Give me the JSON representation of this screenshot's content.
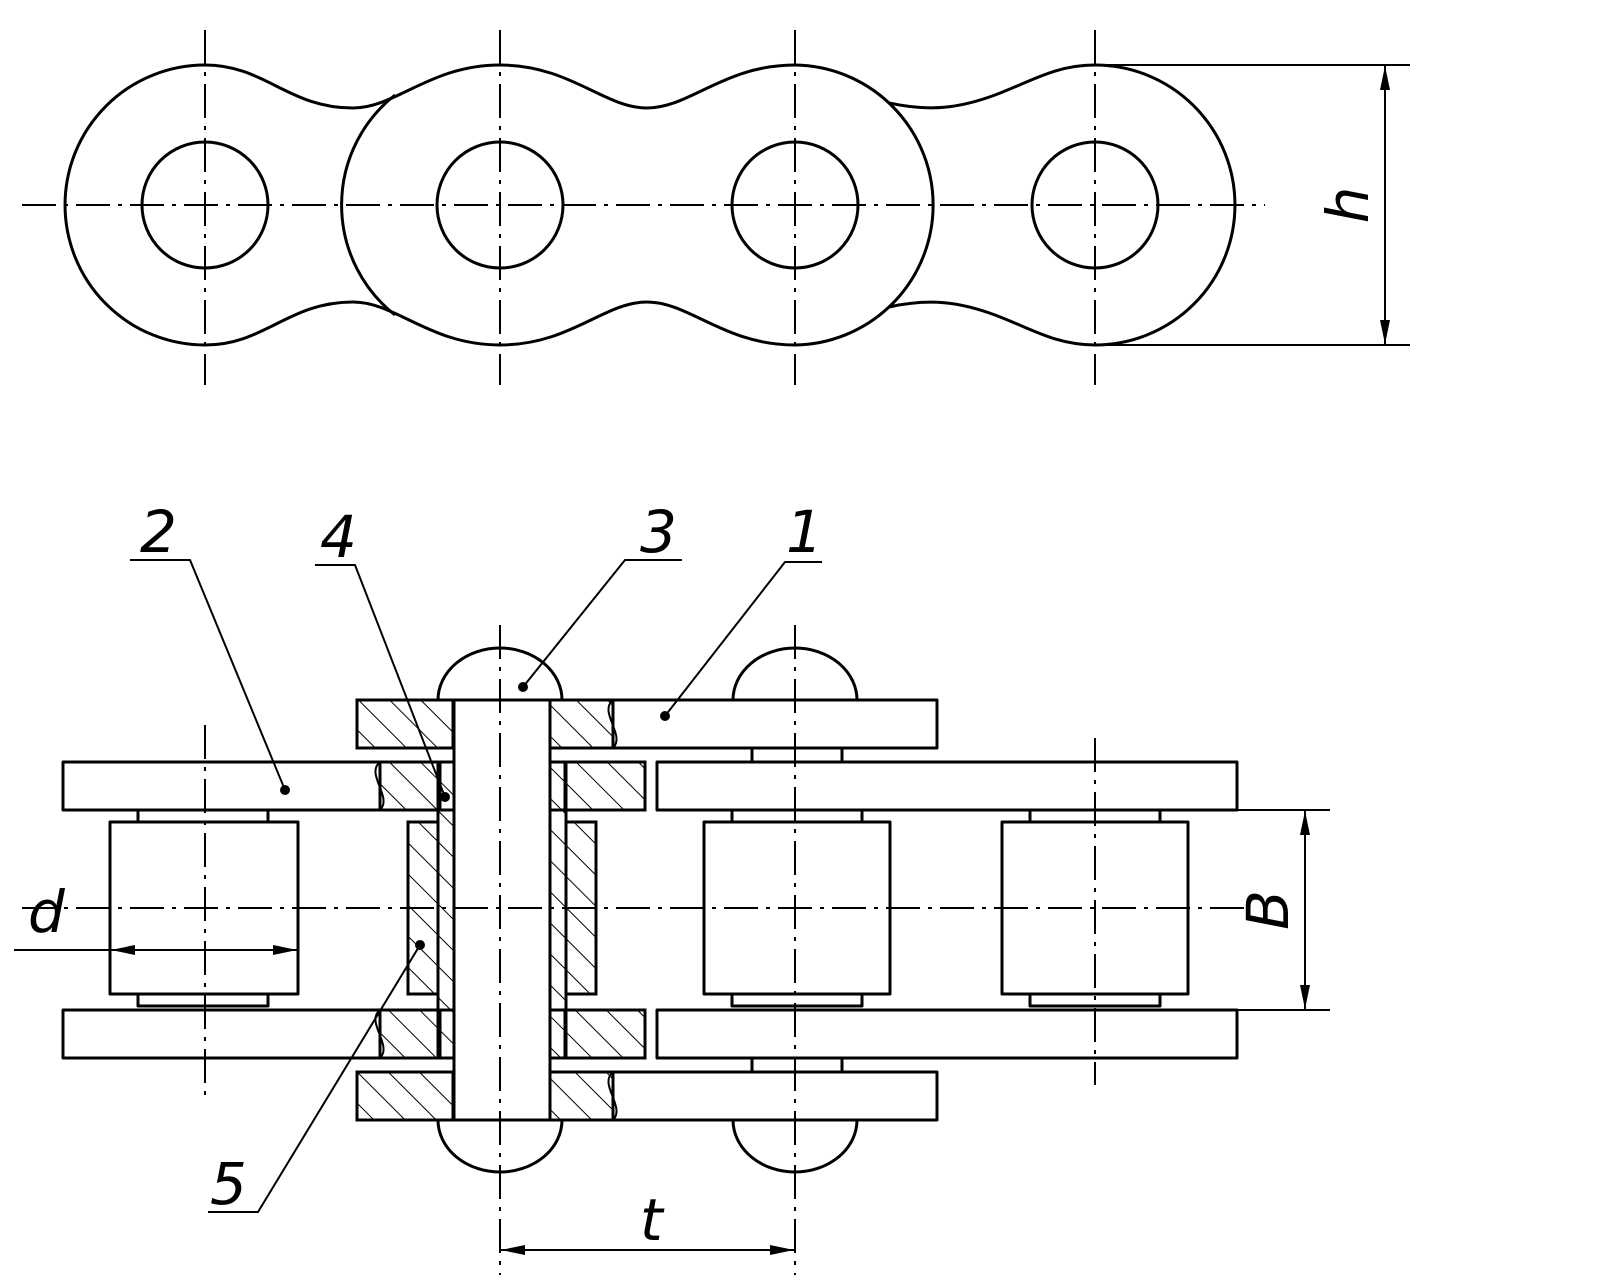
{
  "labels": {
    "part_1": "1",
    "part_2": "2",
    "part_3": "3",
    "part_4": "4",
    "part_5": "5"
  },
  "dimensions": {
    "height": "h",
    "pitch": "t",
    "roller_diameter": "d",
    "inner_width": "B"
  }
}
